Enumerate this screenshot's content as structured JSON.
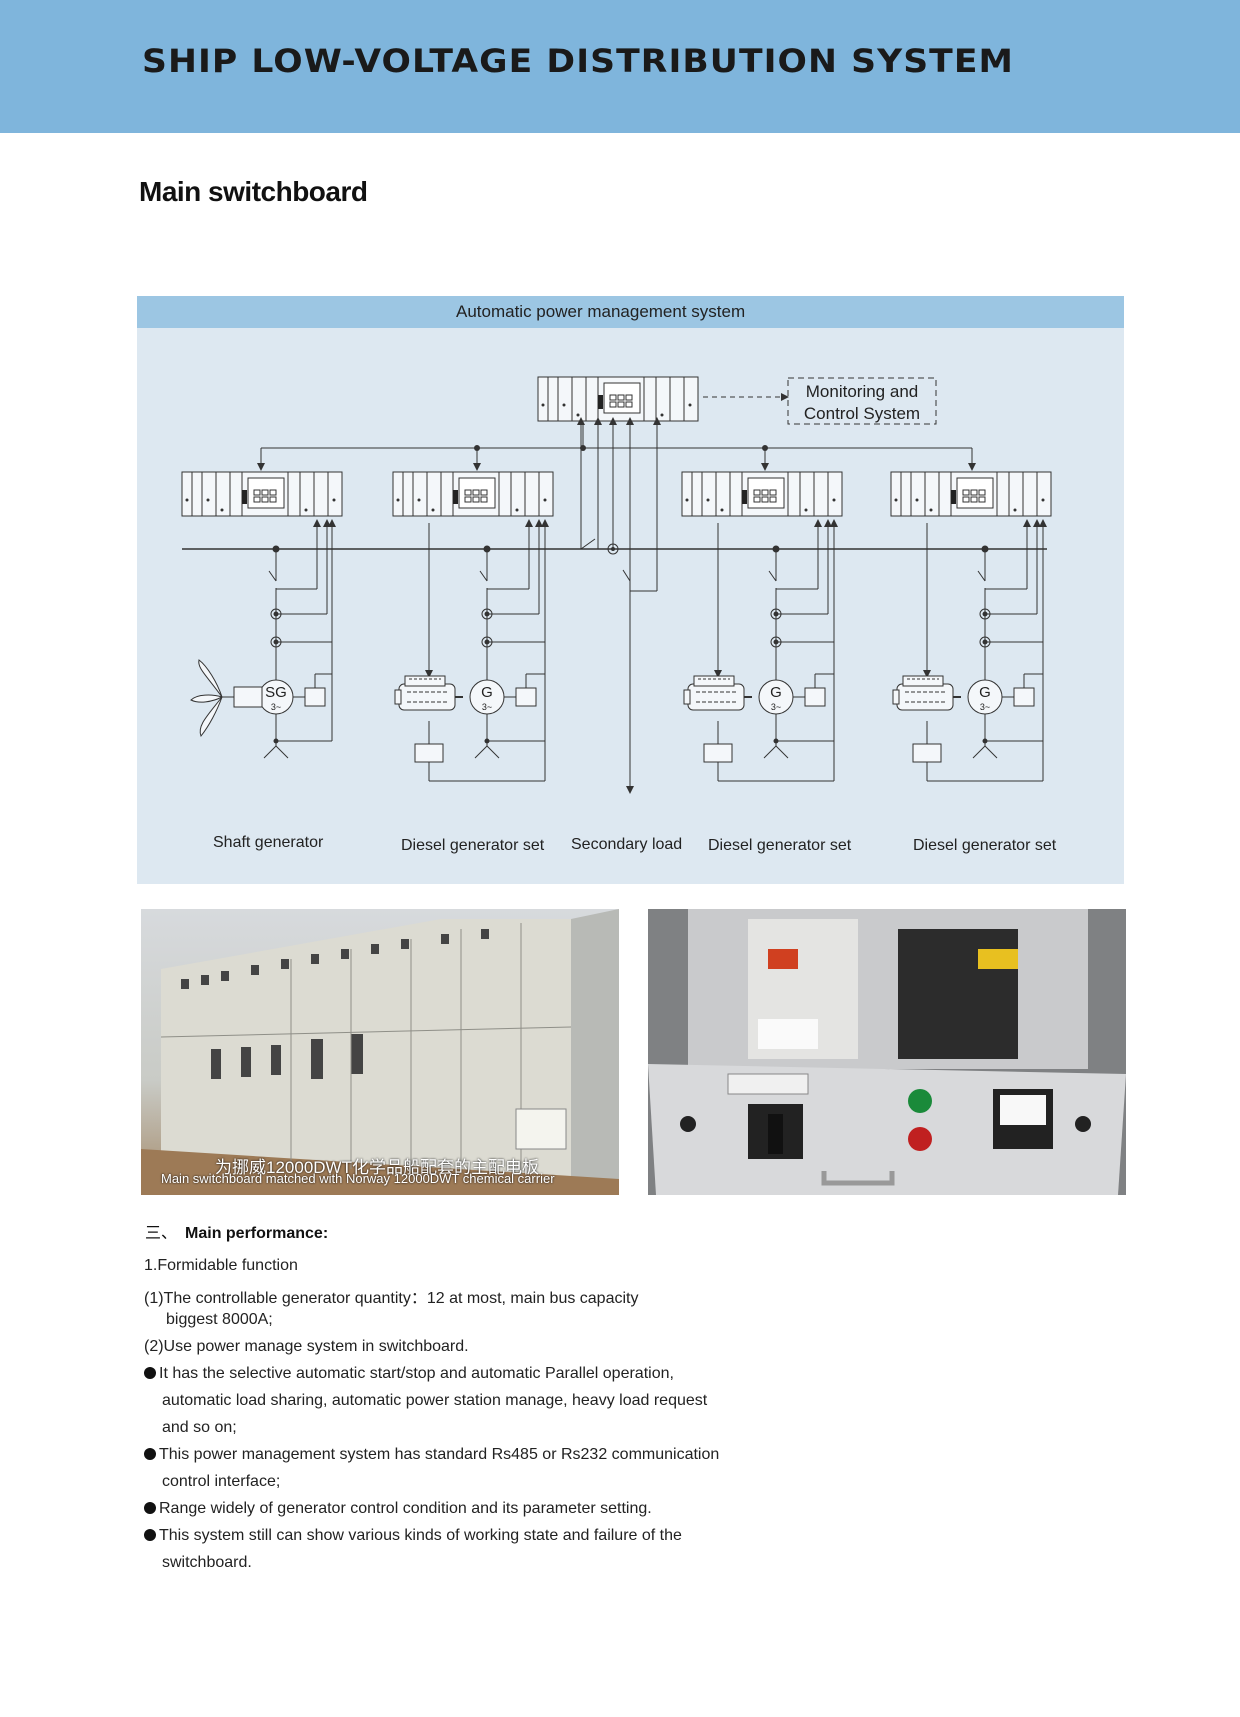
{
  "header": {
    "title": "SHIP LOW-VOLTAGE DISTRIBUTION SYSTEM"
  },
  "section": {
    "title": "Main switchboard"
  },
  "diagram": {
    "header": "Automatic power management system",
    "monitoring_line1": "Monitoring and",
    "monitoring_line2": "Control System",
    "captions": [
      "Shaft generator",
      "Diesel generator set",
      "Secondary load",
      "Diesel generator set",
      "Diesel generator set"
    ],
    "gen_labels": {
      "shaft": "SG",
      "diesel": "G",
      "phase": "3~"
    }
  },
  "photos": {
    "left_caption_cn": "为挪威12000DWT化学品船配套的主配电板",
    "left_caption_en": "Main switchboard matched with Norway 12000DWT chemical carrier"
  },
  "performance": {
    "number": "三、",
    "heading": "Main performance:",
    "lines": [
      "1.Formidable function",
      "(1)The controllable generator quantity：12 at most, main bus capacity",
      "biggest 8000A;",
      "(2)Use power manage system in switchboard.",
      "It has the selective automatic start/stop and automatic Parallel operation,",
      "automatic load sharing, automatic power station manage, heavy load request",
      "and so on;",
      "This power management system has standard Rs485 or Rs232 communication",
      "control interface;",
      "Range widely of generator control condition and its parameter setting.",
      "This system still can show various kinds of working state and failure of the",
      "switchboard."
    ]
  }
}
